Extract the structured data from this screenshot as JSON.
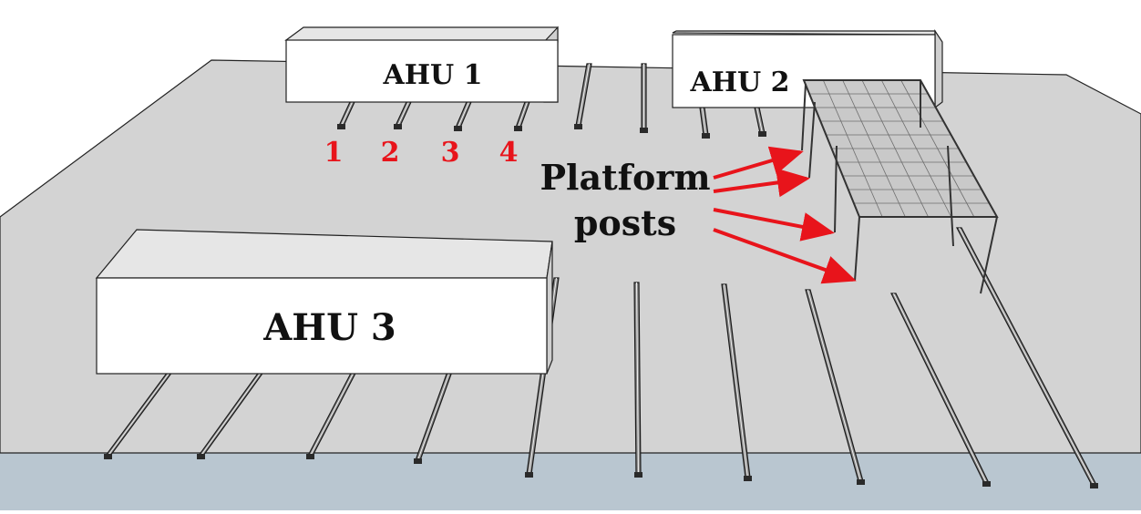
{
  "labels": {
    "ahu1": "AHU 1",
    "ahu2": "AHU 2",
    "ahu3": "AHU 3",
    "platform_line1": "Platform",
    "platform_line2": "posts"
  },
  "rail_numbers": [
    "1",
    "2",
    "3",
    "4"
  ],
  "colors": {
    "roof": "#d3d3d3",
    "ground": "#b9c6d0",
    "unit_face": "#ffffff",
    "annotation": "#e8141b",
    "label": "#111111"
  }
}
